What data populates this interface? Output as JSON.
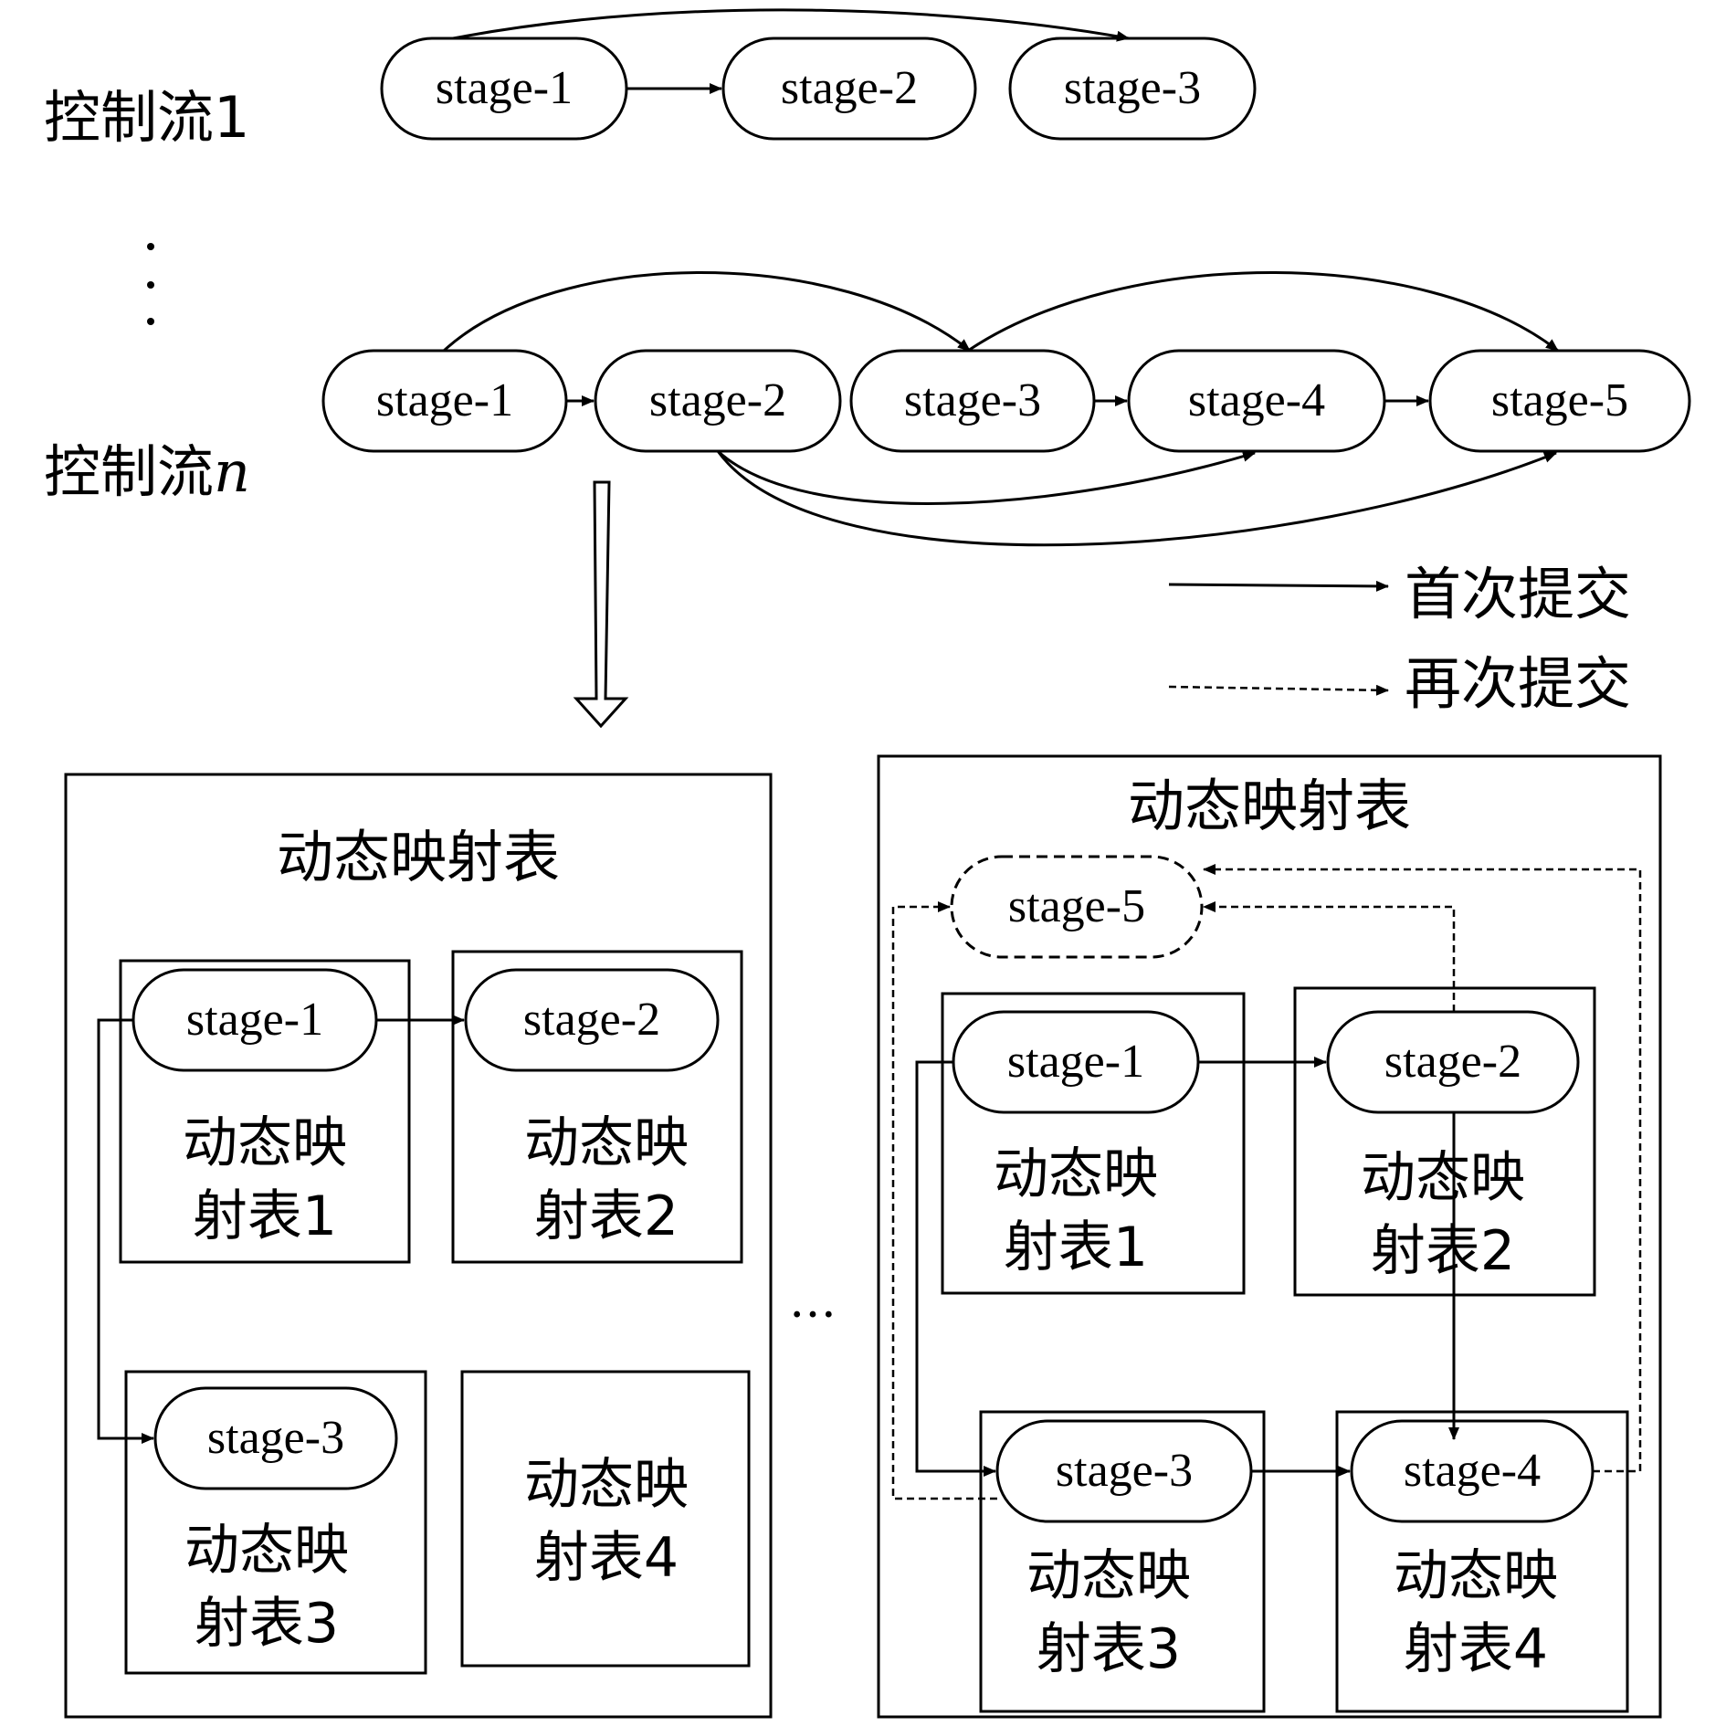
{
  "flows": {
    "flow1_label": "控制流1",
    "flown_label_prefix": "控制流",
    "flown_label_var": "n",
    "vdots": "⋮",
    "flow1_stages": [
      "stage-1",
      "stage-2",
      "stage-3"
    ],
    "flown_stages": [
      "stage-1",
      "stage-2",
      "stage-3",
      "stage-4",
      "stage-5"
    ]
  },
  "legend": {
    "first_submit": "首次提交",
    "resubmit": "再次提交"
  },
  "left_panel": {
    "title": "动态映射表",
    "tables": [
      {
        "line1": "动态映",
        "line2": "射表1",
        "stage": "stage-1"
      },
      {
        "line1": "动态映",
        "line2": "射表2",
        "stage": "stage-2"
      },
      {
        "line1": "动态映",
        "line2": "射表3",
        "stage": "stage-3"
      },
      {
        "line1": "动态映",
        "line2": "射表4",
        "stage": ""
      }
    ]
  },
  "ellipsis": "…",
  "right_panel": {
    "title": "动态映射表",
    "pending_stage": "stage-5",
    "tables": [
      {
        "line1": "动态映",
        "line2": "射表1",
        "stage": "stage-1"
      },
      {
        "line1": "动态映",
        "line2": "射表2",
        "stage": "stage-2"
      },
      {
        "line1": "动态映",
        "line2": "射表3",
        "stage": "stage-3"
      },
      {
        "line1": "动态映",
        "line2": "射表4",
        "stage": "stage-4"
      }
    ]
  }
}
